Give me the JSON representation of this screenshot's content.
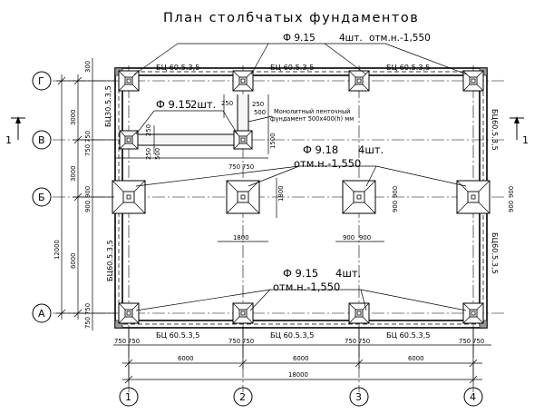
{
  "title": "План столбчатых фундаментов",
  "axes": {
    "vertical": [
      "1",
      "2",
      "3",
      "4"
    ],
    "horizontal": [
      "Г",
      "В",
      "Б",
      "А"
    ]
  },
  "section_mark": "1",
  "foundation_callouts": {
    "top": {
      "mark": "Ф 9.15",
      "count": "4шт.",
      "level": "отм.н.-1,550"
    },
    "middle": {
      "mark": "Ф 9.18",
      "count": "4шт.",
      "level": "отм.н.-1,550"
    },
    "bottom": {
      "mark": "Ф 9.15",
      "count": "4шт.",
      "level": "отм.н.-1,550"
    },
    "small": {
      "mark": "Ф 9.15",
      "count": "2шт."
    }
  },
  "beam_labels": {
    "standard": "БЦ 60.5.3,5",
    "side": "БЦ60.5.3,5",
    "short": "БЦ30.5.3,5"
  },
  "strip_note": {
    "line1": "Монолитный ленточный",
    "line2": "фундамент 500х400(h) мм"
  },
  "dimensions": {
    "bay": "6000",
    "overall_length": "18000",
    "overall_width": "12000",
    "left_3000_top": "3000",
    "left_3000_bottom": "3000",
    "left_6000": "6000",
    "offset_300": "300",
    "pair_750": "750",
    "pair_900": "900",
    "d_1800": "1800",
    "d_1500": "1500",
    "d_250": "250",
    "d_500": "500"
  }
}
